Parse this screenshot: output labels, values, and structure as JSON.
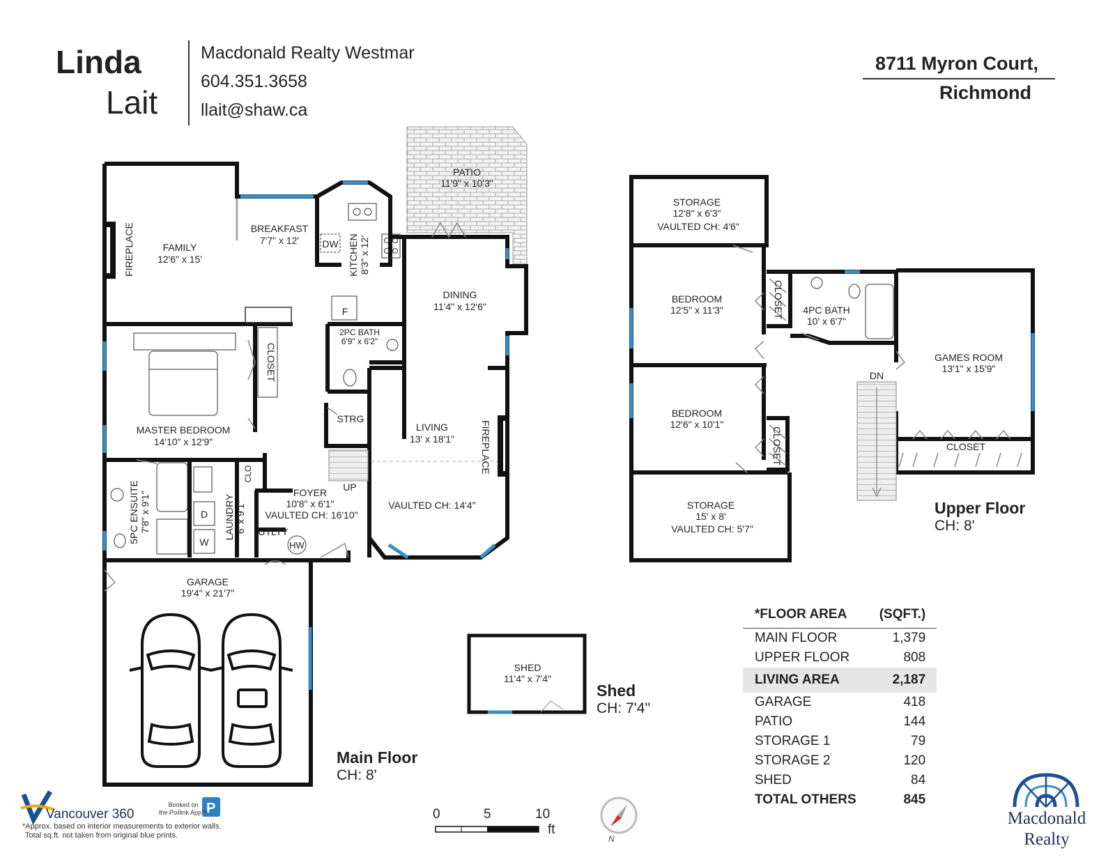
{
  "agent": {
    "first_name": "Linda",
    "last_name": "Lait",
    "company": "Macdonald Realty Westmar",
    "phone": "604.351.3658",
    "email": "llait@shaw.ca"
  },
  "address": {
    "line1": "8711 Myron Court,",
    "line2": "Richmond"
  },
  "floors": {
    "main": {
      "label": "Main Floor",
      "ceiling": "CH: 8'"
    },
    "upper": {
      "label": "Upper Floor",
      "ceiling": "CH: 8'"
    },
    "shed": {
      "label": "Shed",
      "ceiling": "CH: 7'4''"
    }
  },
  "rooms": {
    "patio": {
      "name": "PATIO",
      "size": "11'9\" x 10'3\""
    },
    "family": {
      "name": "FAMILY",
      "size": "12'6\" x 15'"
    },
    "fireplace_family": "FIREPLACE",
    "breakfast": {
      "name": "BREAKFAST",
      "size": "7'7\" x 12'"
    },
    "dw": "DW",
    "kitchen": {
      "name": "KITCHEN",
      "size": "8'3\" x 12'"
    },
    "dining": {
      "name": "DINING",
      "size": "11'4\" x 12'6\""
    },
    "fridge": "F",
    "bath2pc": {
      "name": "2PC BATH",
      "size": "6'9\" x 6'2\""
    },
    "closet_master": "CLOSET",
    "master": {
      "name": "MASTER BEDROOM",
      "size": "14'10\" x 12'9\""
    },
    "strg": "STRG",
    "living": {
      "name": "LIVING",
      "size": "13' x 18'1\"",
      "vaulted": "VAULTED CH: 14'4\""
    },
    "fireplace_living": "FIREPLACE",
    "up": "UP",
    "clo": "CLO",
    "foyer": {
      "name": "FOYER",
      "size": "10'8\" x 6'1\"",
      "vaulted": "VAULTED CH: 16'10\""
    },
    "ensuite": {
      "name": "5PC ENSUITE",
      "size": "7'8\" x 9'1\""
    },
    "dryer": "D",
    "washer": "W",
    "laundry": {
      "name": "LAUNDRY",
      "size": "6' x 9'1\""
    },
    "utlty": "UTLTY",
    "hw": "HW",
    "garage": {
      "name": "GARAGE",
      "size": "19'4\" x 21'7\""
    },
    "shed": {
      "name": "SHED",
      "size": "11'4\" x 7'4\""
    },
    "storage_top": {
      "name": "STORAGE",
      "size": "12'8\" x 6'3\"",
      "vaulted": "VAULTED CH: 4'6\""
    },
    "bedroom1": {
      "name": "BEDROOM",
      "size": "12'5\" x 11'3\""
    },
    "closet_b1": "CLOSET",
    "bath4pc": {
      "name": "4PC BATH",
      "size": "10' x 6'7\""
    },
    "games": {
      "name": "GAMES ROOM",
      "size": "13'1\" x 15'9\""
    },
    "dn": "DN",
    "bedroom2": {
      "name": "BEDROOM",
      "size": "12'6\" x 10'1\""
    },
    "closet_b2": "CLOSET",
    "closet_games": "CLOSET",
    "storage_bottom": {
      "name": "STORAGE",
      "size": "15' x 8'",
      "vaulted": "VAULTED CH: 5'7\""
    }
  },
  "floor_area": {
    "heading": "*FLOOR AREA",
    "unit": "(SQFT.)",
    "rows": [
      {
        "label": "MAIN FLOOR",
        "value": "1,379"
      },
      {
        "label": "UPPER  FLOOR",
        "value": "808"
      }
    ],
    "living": {
      "label": "LIVING AREA",
      "value": "2,187"
    },
    "others": [
      {
        "label": "GARAGE",
        "value": "418"
      },
      {
        "label": "PATIO",
        "value": "144"
      },
      {
        "label": "STORAGE 1",
        "value": "79"
      },
      {
        "label": "STORAGE 2",
        "value": "120"
      },
      {
        "label": "SHED",
        "value": "84"
      }
    ],
    "total": {
      "label": "TOTAL OTHERS",
      "value": "845"
    }
  },
  "scale": {
    "marks": [
      "0",
      "5",
      "10"
    ],
    "unit": "ft"
  },
  "compass": "N",
  "footer": {
    "brand": "Vancouver 360",
    "booked_line1": "Booked on",
    "booked_line2": "the Pixilink App™",
    "note_line1": "*Approx. based on interior measurements to exterior walls.",
    "note_line2": "Total sq.ft. not taken from original blue prints.",
    "logo_line1": "Macdonald",
    "logo_line2": "Realty"
  },
  "colors": {
    "wall": "#111111",
    "window": "#3a8fc4",
    "brand_blue": "#1d4f91",
    "living_bg": "#e6e6e6"
  }
}
